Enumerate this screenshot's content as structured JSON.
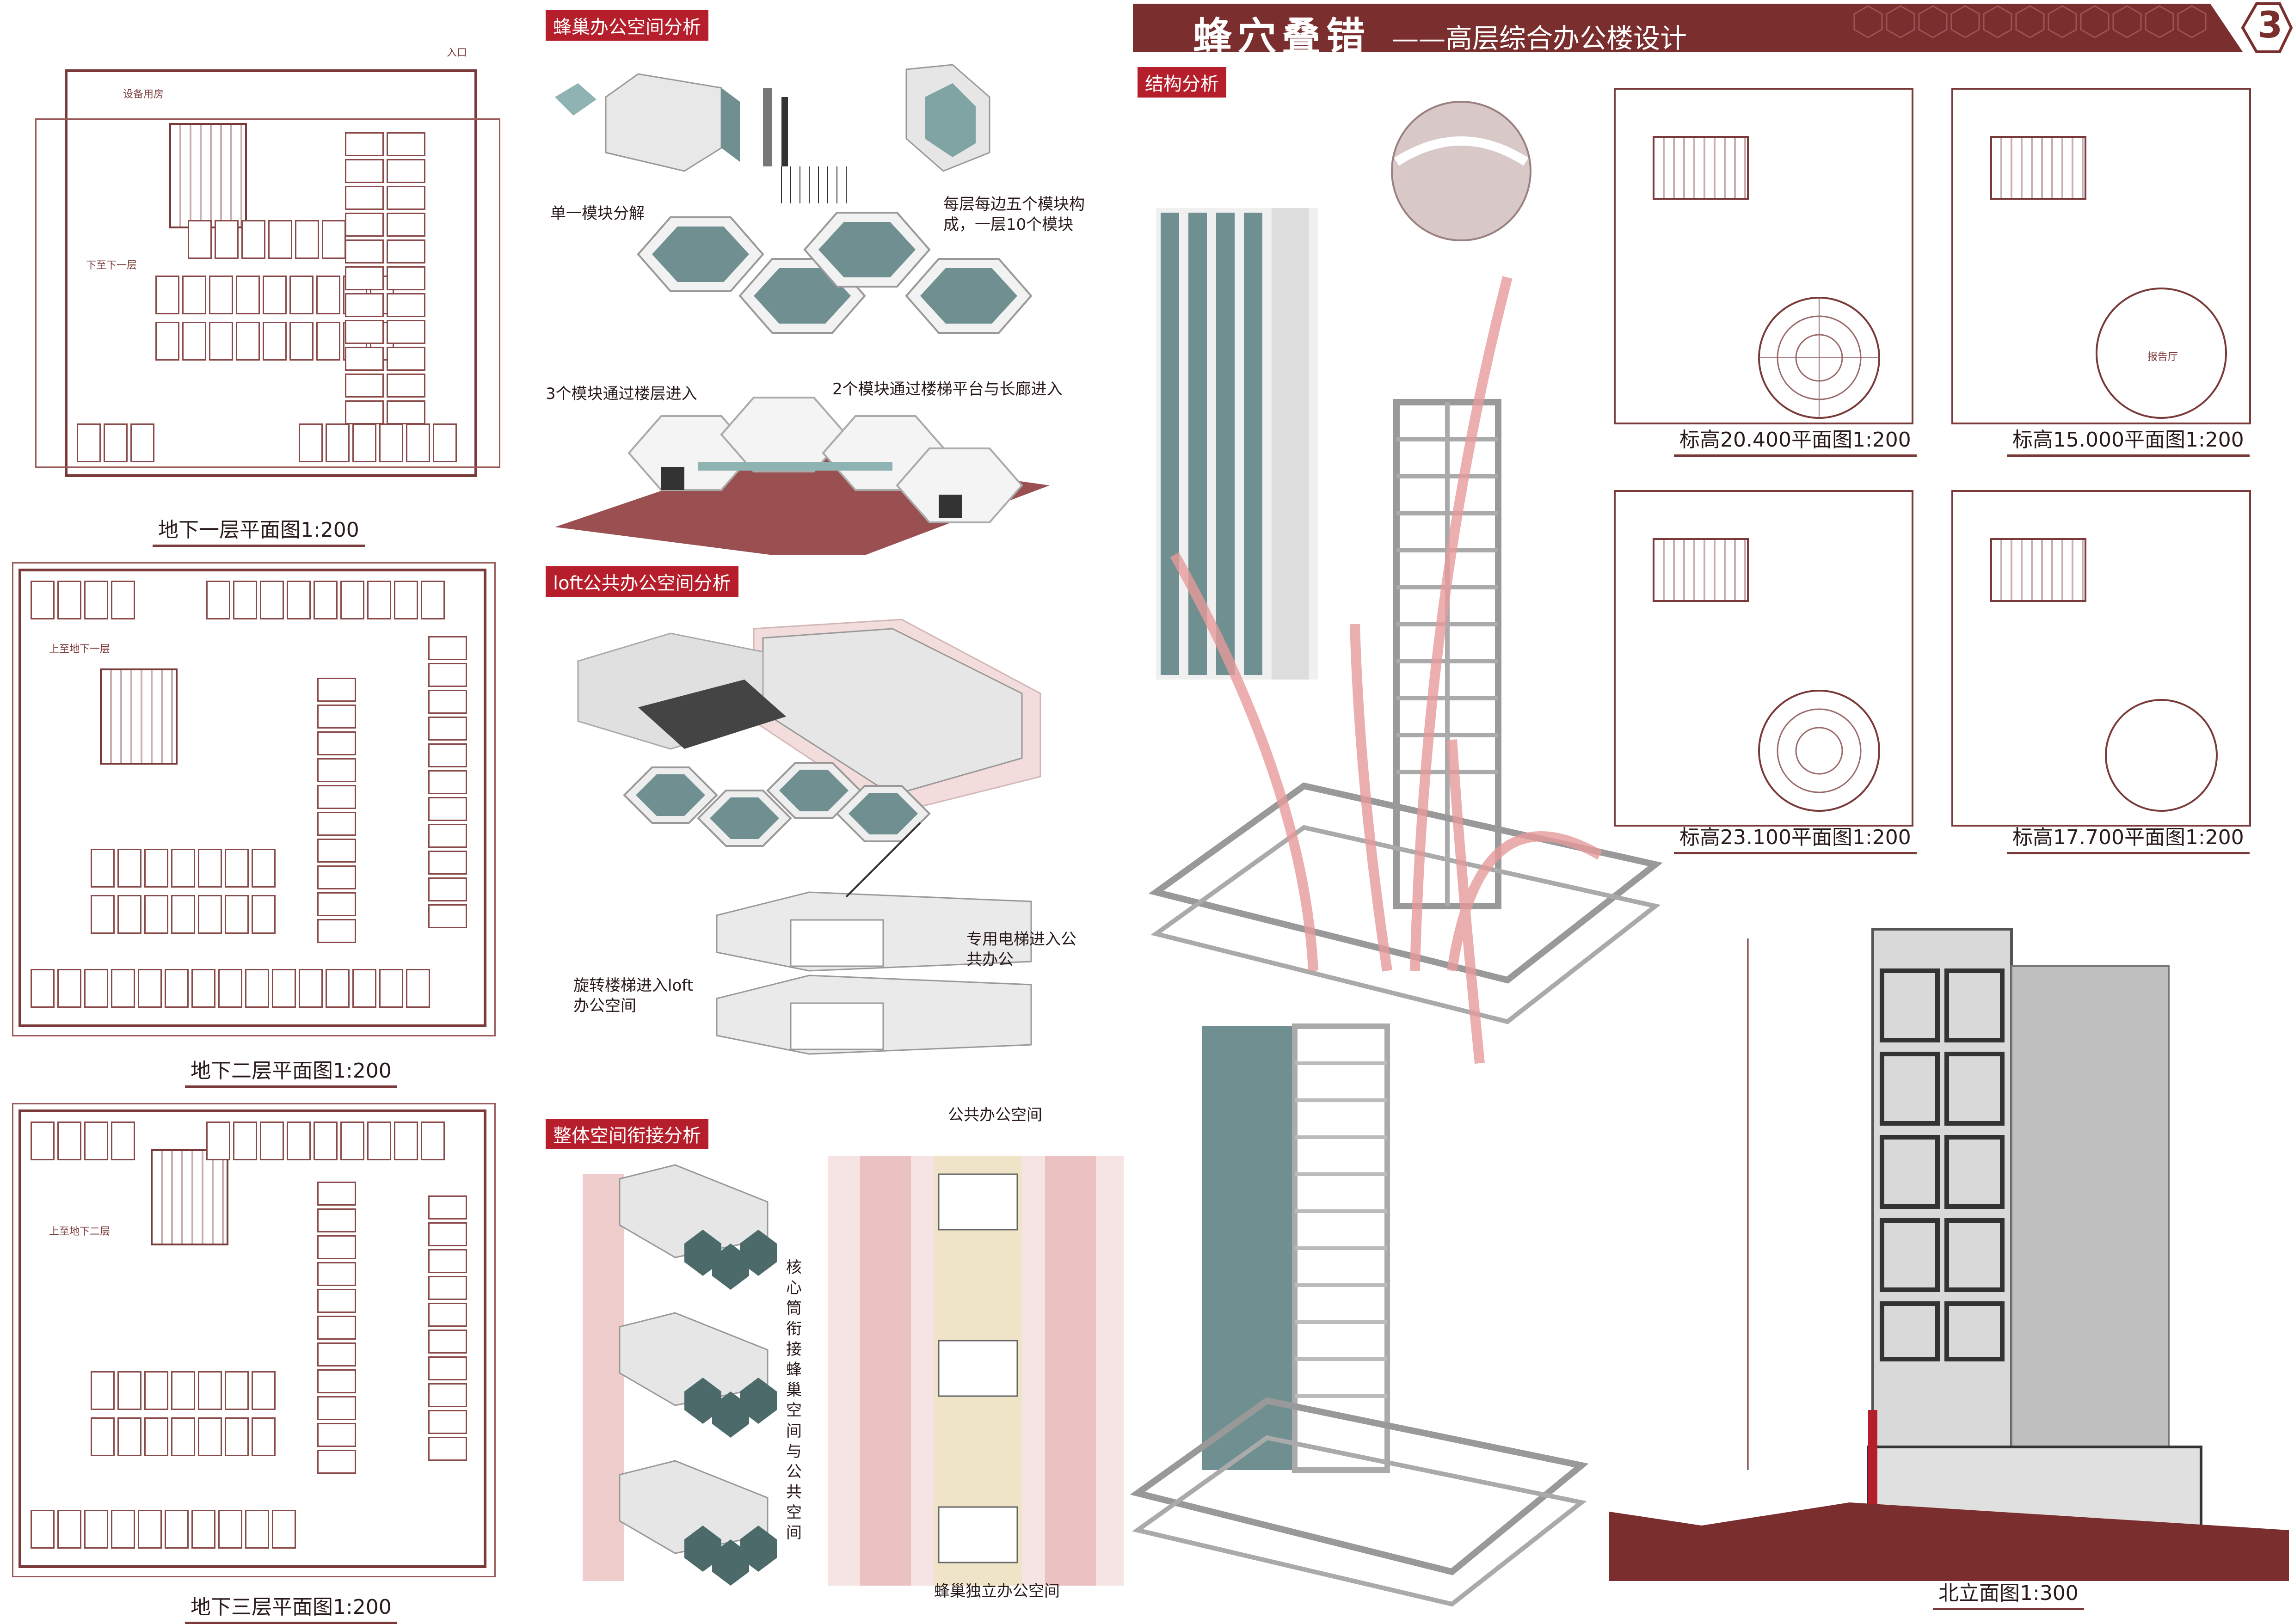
{
  "header": {
    "title_main": "蜂穴叠错",
    "title_sub": "——高层综合办公楼设计",
    "page_number": "3"
  },
  "plans_left": {
    "b1_caption": "地下一层平面图1:200",
    "b2_caption": "地下二层平面图1:200",
    "b3_caption": "地下三层平面图1:200",
    "entry_label": "入口",
    "ramp_label_1": "下至下一层",
    "ramp_label_2": "上至地下一层",
    "ramp_label_3": "上至地下二层",
    "room_label": "设备用房"
  },
  "analysis": {
    "honeycomb_tag": "蜂巢办公空间分析",
    "module_note": "单一模块分解",
    "layer_note": "每层每边五个模块构成，一层10个模块",
    "enter3_note": "3个模块通过楼层进入",
    "enter2_note": "2个模块通过楼梯平台与长廊进入",
    "loft_tag": "loft公共办公空间分析",
    "elevator_note": "专用电梯进入公共办公",
    "stair_note": "旋转楼梯进入loft办公空间",
    "overall_tag": "整体空间衔接分析",
    "core_note": "核心筒衔接蜂巢空间与公共空间",
    "public_note": "公共办公空间",
    "independent_note": "蜂巢独立办公空间"
  },
  "structure": {
    "tag": "结构分析"
  },
  "plans_right": {
    "p1_caption": "标高20.400平面图1:200",
    "p2_caption": "标高15.000平面图1:200",
    "p3_caption": "标高23.100平面图1:200",
    "p4_caption": "标高17.700平面图1:200",
    "hall_label": "报告厅"
  },
  "elevation": {
    "caption": "北立面图1:300"
  },
  "colors": {
    "accent": "#7a2e2e",
    "tag_red": "#b51e2a",
    "hex_teal": "#6f8f90",
    "pink_zone": "#e8b8b8"
  }
}
